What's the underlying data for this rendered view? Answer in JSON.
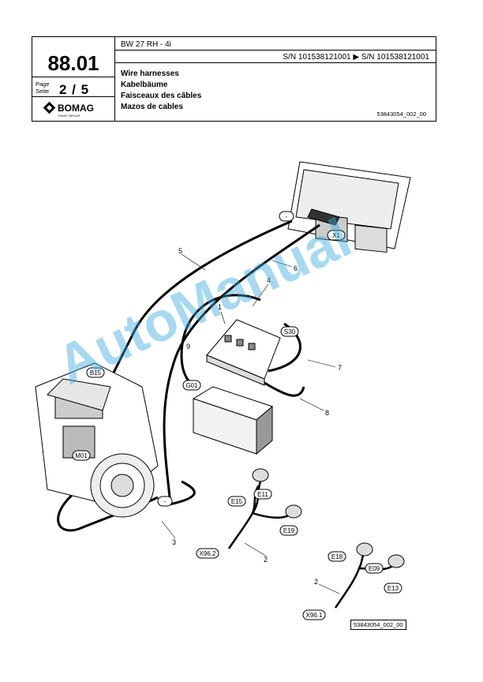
{
  "header": {
    "model": "BW 27 RH - 4i",
    "serial_range": "S/N 101538121001  ▶  S/N 101538121001",
    "section_number": "88.01",
    "page_label_1": "Page",
    "page_label_2": "Seite",
    "page_number": "2 / 5",
    "titles": [
      "Wire harnesses",
      "Kabelbäume",
      "Faisceaux des câbles",
      "Mazos de cables"
    ],
    "doc_ref": "53843054_002_00",
    "logo": {
      "name": "BOMAG",
      "sub": "FAYAT GROUP"
    }
  },
  "callouts": {
    "minus_top": "-",
    "x1": "X1",
    "s30": "S30",
    "b15": "B15",
    "g01": "G01",
    "m01": "M01",
    "minus_bottom": "-",
    "e11": "E11",
    "e15": "E15",
    "e19": "E19",
    "x96_2": "X96.2",
    "e18": "E18",
    "e09": "E09",
    "e13": "E13",
    "x96_1": "X96.1"
  },
  "item_numbers": {
    "n1": "1",
    "n2a": "2",
    "n2b": "2",
    "n3": "3",
    "n4": "4",
    "n5": "5",
    "n6": "6",
    "n7": "7",
    "n8": "8",
    "n9": "9"
  },
  "watermark": "AutoManual",
  "figure_ref": "53843054_002_00"
}
